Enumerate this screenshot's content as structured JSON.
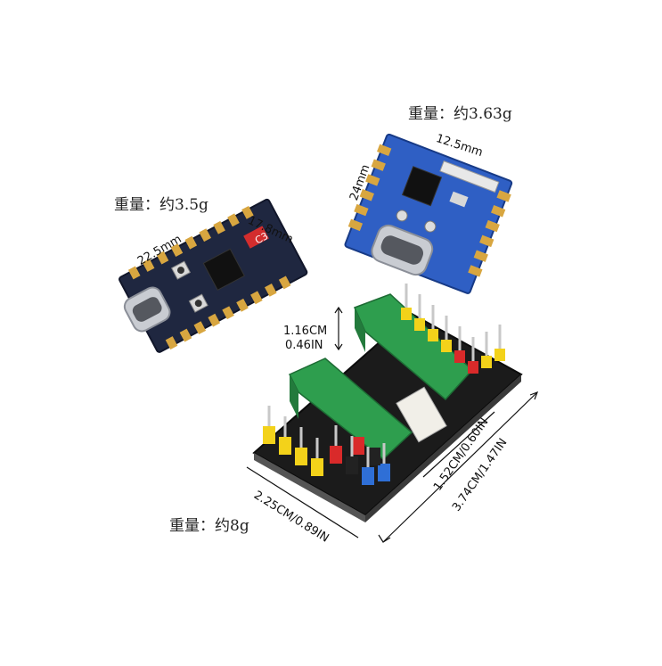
{
  "board_left": {
    "weight_label": "重量：约3.5g",
    "length": "22.5mm",
    "width": "17.8mm",
    "chip_badge": "C3"
  },
  "board_right": {
    "weight_label": "重量：约3.63g",
    "length": "12.5mm",
    "height": "24mm"
  },
  "shield": {
    "weight_label": "重量：约8g",
    "header_height_line1": "1.16CM",
    "header_height_line2": "0.46IN",
    "width": "2.25CM/0.89IN",
    "inner_length": "1.52CM/0.60IN",
    "length": "3.74CM/1.47IN"
  },
  "colors": {
    "board_dark": "#1f2740",
    "board_blue": "#2f5fc4",
    "gold_pad": "#d8a640",
    "header_green": "#2e9e4e",
    "pin_yellow": "#f3d21a",
    "pin_red": "#d92a2a",
    "pin_black": "#222222",
    "pin_blue": "#2f6fd6"
  }
}
